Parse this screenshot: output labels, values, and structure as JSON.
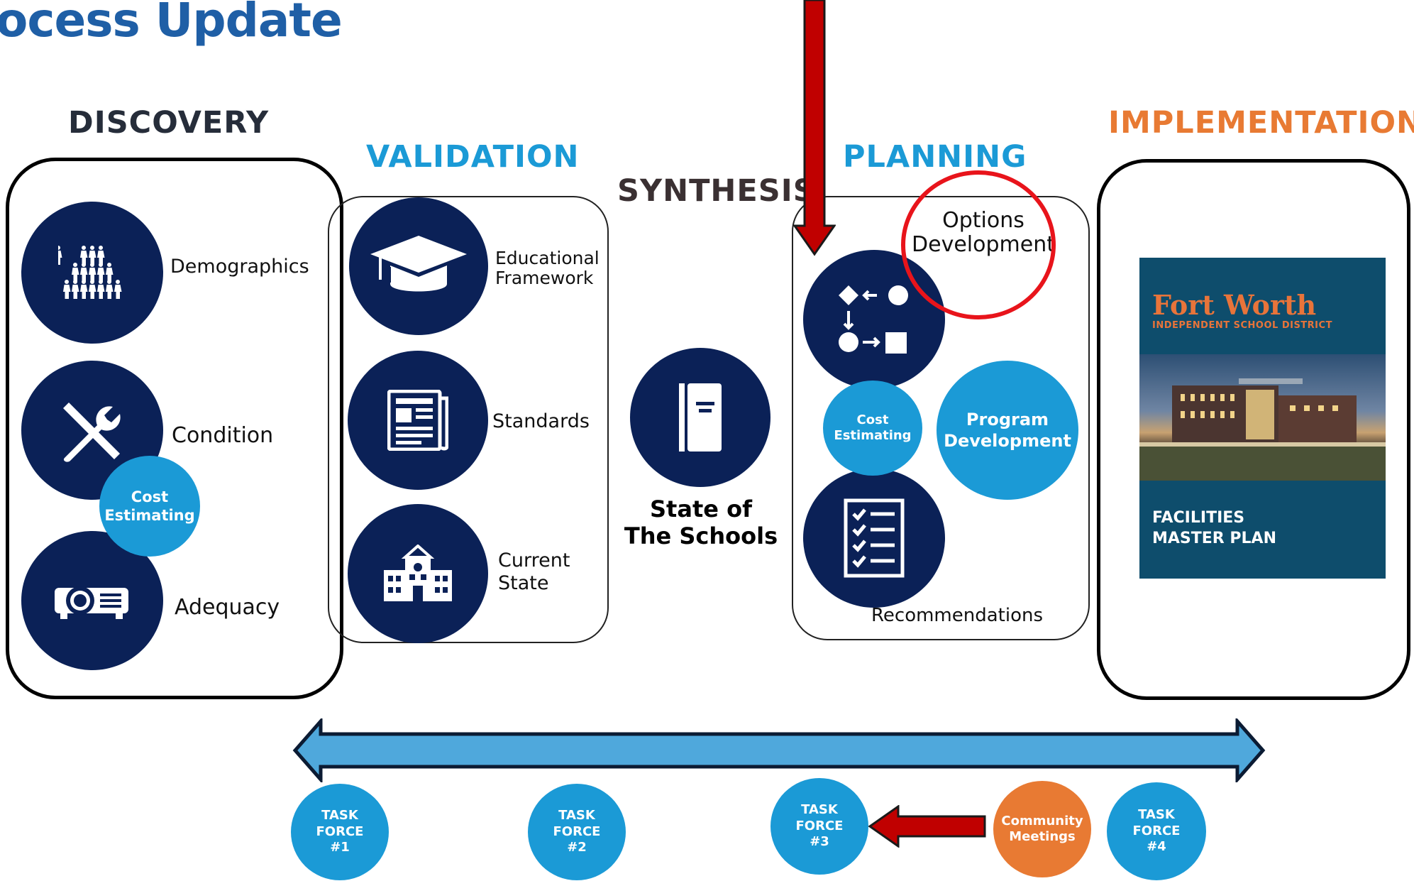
{
  "title": "ocess Update",
  "phases": {
    "discovery": "DISCOVERY",
    "validation": "VALIDATION",
    "synthesis": "SYNTHESIS",
    "planning": "PLANNING",
    "implementation": "IMPLEMENTATION"
  },
  "colors": {
    "navy": "#0b2157",
    "blue": "#1b9ad6",
    "orange": "#e87a33",
    "red": "#c00000",
    "title_blue": "#1f5fa6",
    "implementation": "#e87a33",
    "validation": "#1b9ad6"
  },
  "discovery": {
    "demographics": "Demographics",
    "condition": "Condition",
    "cost_estimating_line1": "Cost",
    "cost_estimating_line2": "Estimating",
    "adequacy": "Adequacy"
  },
  "validation": {
    "educational_line1": "Educational",
    "educational_line2": "Framework",
    "standards": "Standards",
    "current_line1": "Current",
    "current_line2": "State"
  },
  "synthesis": {
    "label_line1": "State of",
    "label_line2": "The Schools"
  },
  "planning": {
    "options_line1": "Options",
    "options_line2": "Development",
    "cost_line1": "Cost",
    "cost_line2": "Estimating",
    "program_line1": "Program",
    "program_line2": "Development",
    "recommendations": "Recommendations"
  },
  "implementation": {
    "district_name": "Fort Worth",
    "district_subtitle": "INDEPENDENT SCHOOL DISTRICT",
    "plan_line1": "FACILITIES",
    "plan_line2": "MASTER PLAN"
  },
  "task_forces": [
    {
      "line1": "TASK",
      "line2": "FORCE",
      "line3": "#1"
    },
    {
      "line1": "TASK",
      "line2": "FORCE",
      "line3": "#2"
    },
    {
      "line1": "TASK",
      "line2": "FORCE",
      "line3": "#3"
    },
    {
      "line1": "TASK",
      "line2": "FORCE",
      "line3": "#4"
    }
  ],
  "community": {
    "line1": "Community",
    "line2": "Meetings"
  },
  "icons": [
    "people-pyramid-icon",
    "tools-icon",
    "projector-icon",
    "graduation-cap-icon",
    "newspaper-icon",
    "school-building-icon",
    "book-icon",
    "flowchart-icon",
    "checklist-icon"
  ]
}
